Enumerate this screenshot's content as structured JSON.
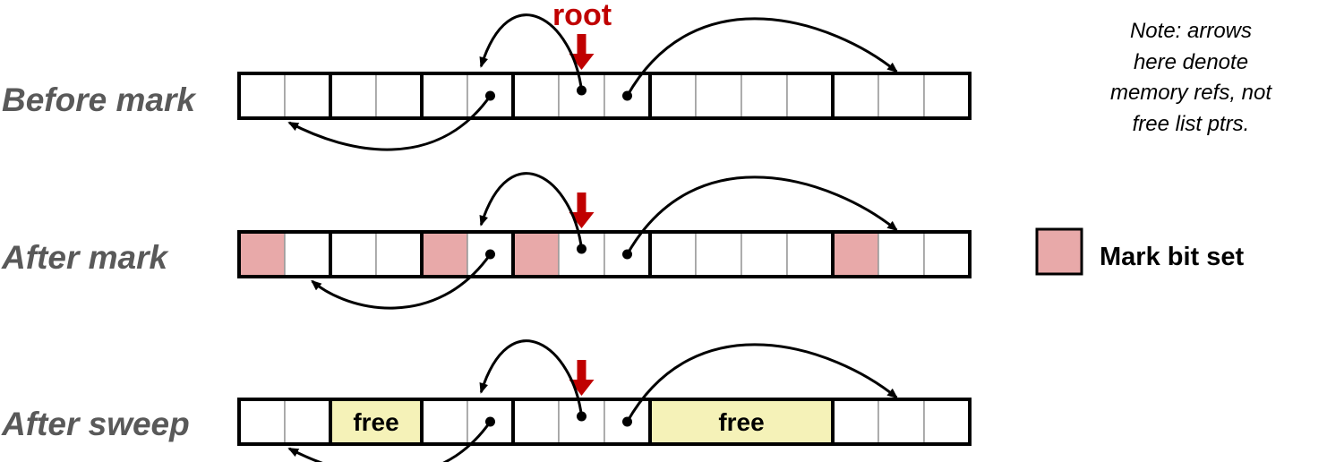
{
  "root_label": "root",
  "rows": [
    {
      "label": "Before mark",
      "blocks": [
        {
          "words": 2,
          "marked": false,
          "free": false
        },
        {
          "words": 2,
          "marked": false,
          "free": false
        },
        {
          "words": 2,
          "marked": false,
          "free": false
        },
        {
          "words": 3,
          "marked": false,
          "free": false
        },
        {
          "words": 4,
          "marked": false,
          "free": false
        },
        {
          "words": 3,
          "marked": false,
          "free": false
        }
      ]
    },
    {
      "label": "After mark",
      "blocks": [
        {
          "words": 2,
          "marked": true,
          "free": false
        },
        {
          "words": 2,
          "marked": false,
          "free": false
        },
        {
          "words": 2,
          "marked": true,
          "free": false
        },
        {
          "words": 3,
          "marked": true,
          "free": false
        },
        {
          "words": 4,
          "marked": false,
          "free": false
        },
        {
          "words": 3,
          "marked": true,
          "free": false
        }
      ]
    },
    {
      "label": "After sweep",
      "blocks": [
        {
          "words": 2,
          "marked": false,
          "free": false
        },
        {
          "words": 2,
          "marked": false,
          "free": true
        },
        {
          "words": 2,
          "marked": false,
          "free": false
        },
        {
          "words": 3,
          "marked": false,
          "free": false
        },
        {
          "words": 4,
          "marked": false,
          "free": true
        },
        {
          "words": 3,
          "marked": false,
          "free": false
        }
      ]
    }
  ],
  "free_label": "free",
  "note": {
    "lines": [
      "Note: arrows",
      "here denote",
      "memory refs, not",
      "free list ptrs."
    ]
  },
  "legend": {
    "label": "Mark bit set"
  },
  "colors": {
    "mark": "#e8a9a9",
    "free": "#f5f2b8",
    "root_arrow": "#c00000",
    "block_border": "#000000",
    "word_divider": "#999999"
  }
}
